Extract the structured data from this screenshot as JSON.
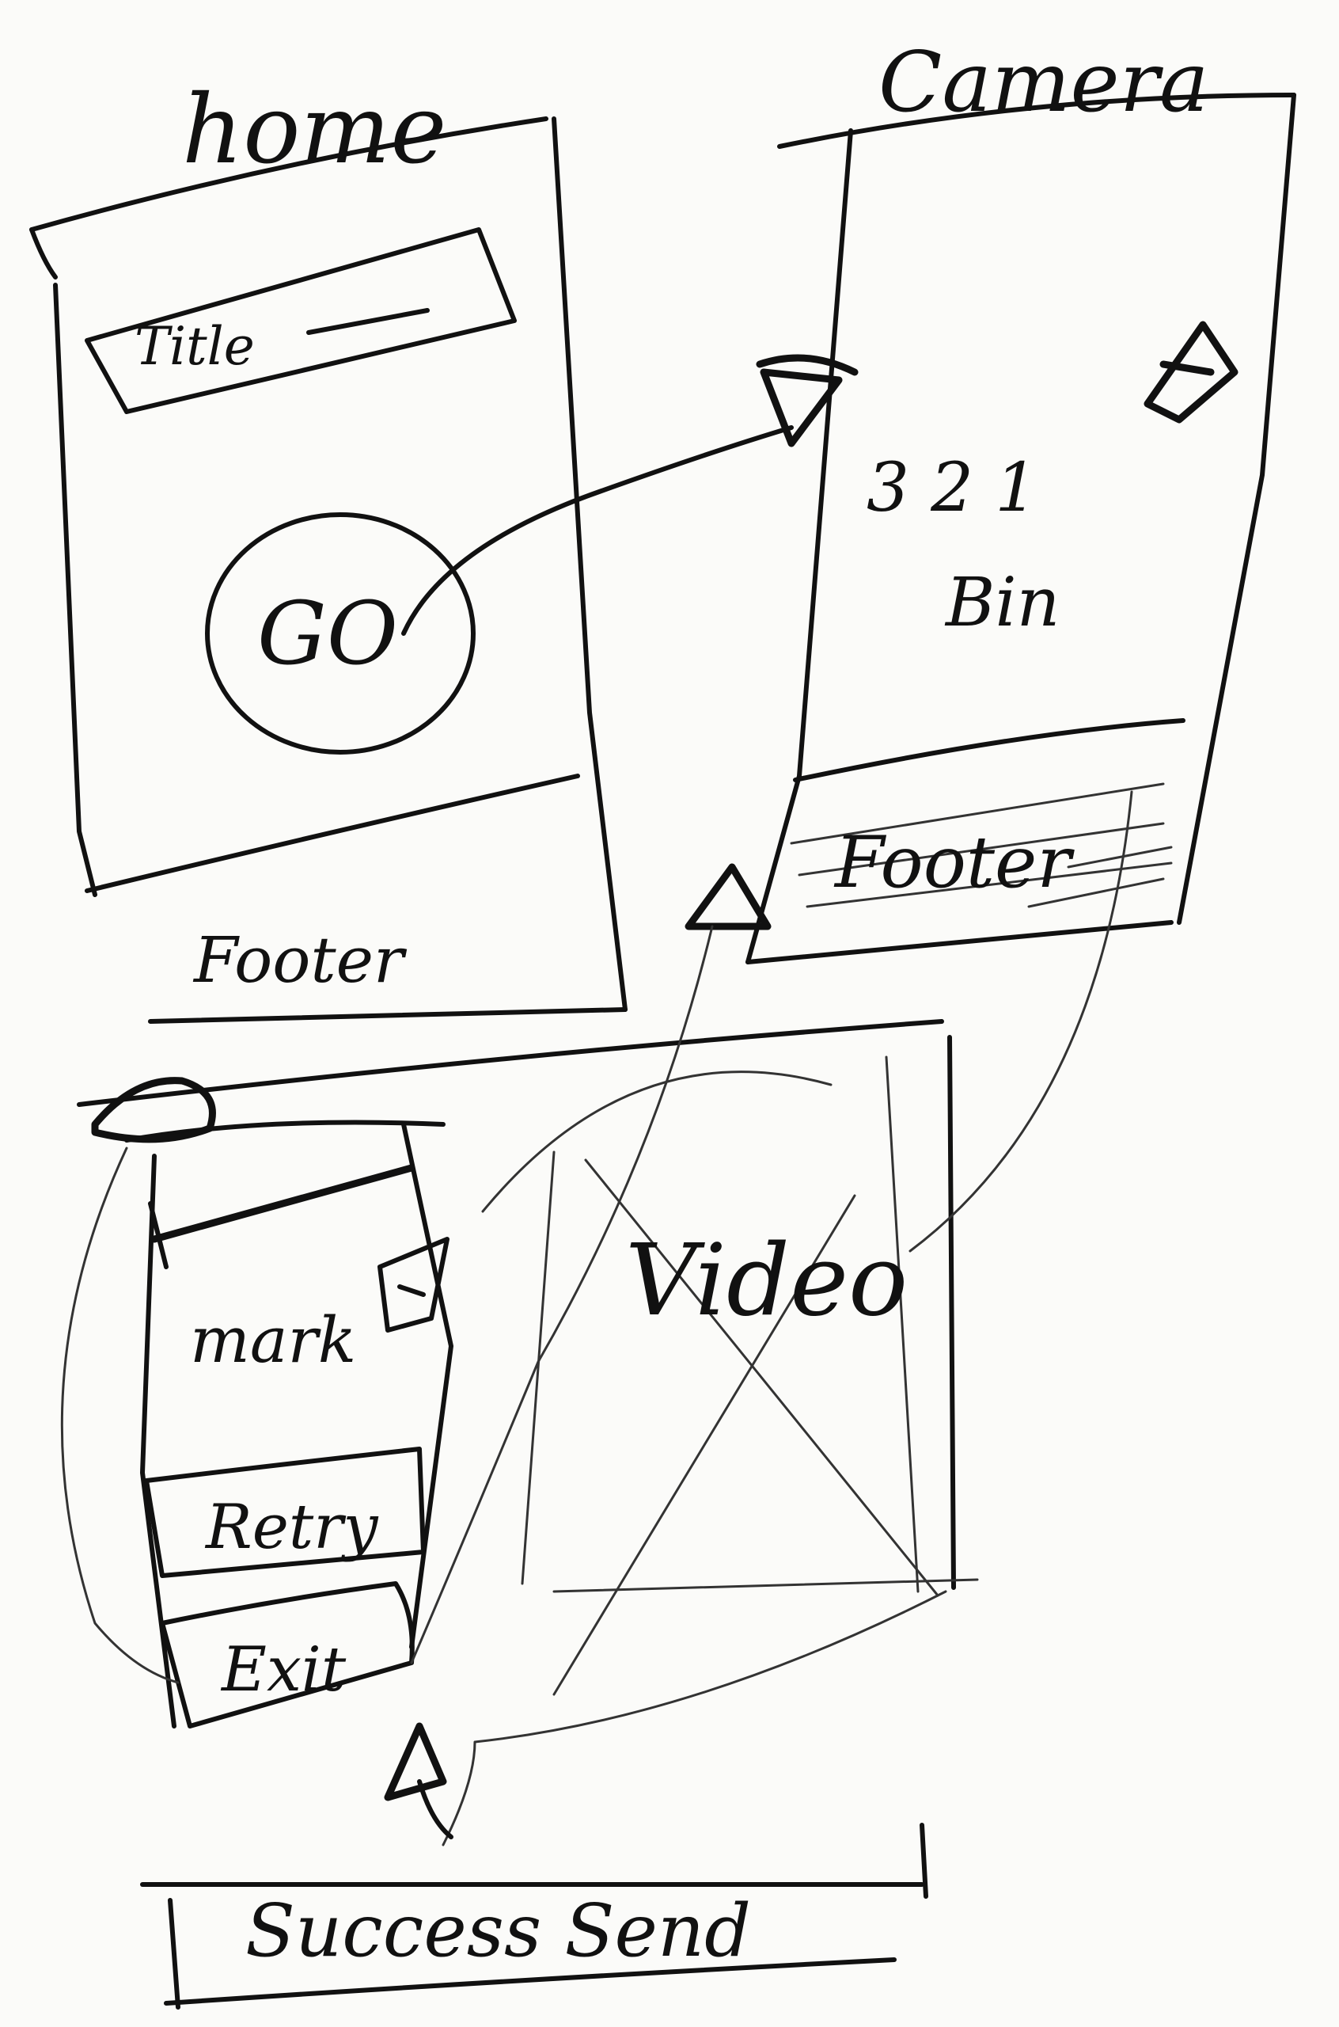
{
  "screens": {
    "home": {
      "label": "home",
      "title_field": "Title",
      "go_button": "GO",
      "footer": "Footer"
    },
    "camera": {
      "label": "Camera",
      "countdown": "3 2 1",
      "countdown_word": "Bin",
      "footer": "Footer"
    },
    "review": {
      "mark_label": "mark",
      "retry_button": "Retry",
      "exit_button": "Exit"
    },
    "video": {
      "label": "Video"
    },
    "success": {
      "label": "Success Send"
    }
  },
  "colors": {
    "ink": "#111111",
    "paper": "#fbfbf9"
  }
}
